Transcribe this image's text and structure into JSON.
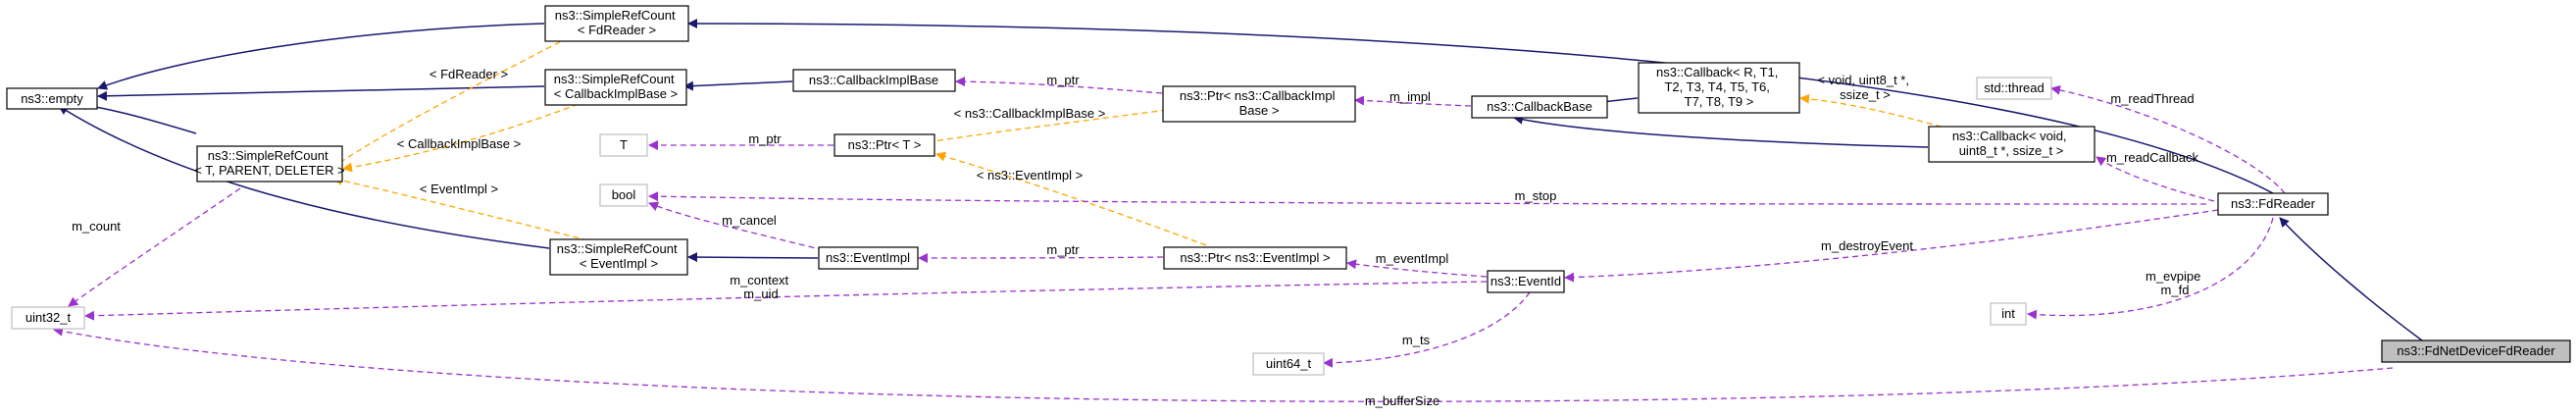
{
  "colors": {
    "inheritance": "#191970",
    "template": "#ffa500",
    "usage": "#9a32cd",
    "external_border": "#bfbfbf",
    "focus_fill": "#bfbfbf"
  },
  "nodes": {
    "empty": [
      "ns3::empty"
    ],
    "srcFdReader": [
      "ns3::SimpleRefCount",
      "< FdReader >"
    ],
    "srcCallbackImplBase": [
      "ns3::SimpleRefCount",
      "< CallbackImplBase >"
    ],
    "srcTemplate": [
      "ns3::SimpleRefCount",
      "< T, PARENT, DELETER >"
    ],
    "srcEventImpl": [
      "ns3::SimpleRefCount",
      "< EventImpl >"
    ],
    "callbackImplBase": [
      "ns3::CallbackImplBase"
    ],
    "ptrCallbackImplBase": [
      "ns3::Ptr< ns3::CallbackImpl",
      "Base >"
    ],
    "callbackBase": [
      "ns3::CallbackBase"
    ],
    "callbackTemplate": [
      "ns3::Callback< R, T1,",
      "T2, T3, T4, T5, T6,",
      "T7, T8, T9 >"
    ],
    "stdThread": [
      "std::thread"
    ],
    "callbackVoid": [
      "ns3::Callback< void,",
      "uint8_t *, ssize_t >"
    ],
    "T": [
      "T"
    ],
    "ptrT": [
      "ns3::Ptr< T >"
    ],
    "bool": [
      "bool"
    ],
    "fdReader": [
      "ns3::FdReader"
    ],
    "eventImpl": [
      "ns3::EventImpl"
    ],
    "ptrEventImpl": [
      "ns3::Ptr< ns3::EventImpl >"
    ],
    "eventId": [
      "ns3::EventId"
    ],
    "uint32": [
      "uint32_t"
    ],
    "int": [
      "int"
    ],
    "uint64": [
      "uint64_t"
    ],
    "fdNetDeviceFdReader": [
      "ns3::FdNetDeviceFdReader"
    ]
  },
  "edge_labels": {
    "fdReaderTpl": [
      "< FdReader >"
    ],
    "callbackImplBaseTpl": [
      "< CallbackImplBase >"
    ],
    "eventImplTpl": [
      "< EventImpl >"
    ],
    "mCount": [
      "m_count"
    ],
    "mPtrCallback": [
      "m_ptr"
    ],
    "mImpl": [
      "m_impl"
    ],
    "voidTpl": [
      "< void, uint8_t *,",
      "ssize_t >"
    ],
    "mReadThread": [
      "m_readThread"
    ],
    "callbackImplBasePtrTpl": [
      "< ns3::CallbackImplBase >"
    ],
    "mPtrT": [
      "m_ptr"
    ],
    "mReadCallback": [
      "m_readCallback"
    ],
    "eventImplPtrTpl": [
      "< ns3::EventImpl >"
    ],
    "mStop": [
      "m_stop"
    ],
    "mCancel": [
      "m_cancel"
    ],
    "mPtrEvent": [
      "m_ptr"
    ],
    "mDestroyEvent": [
      "m_destroyEvent"
    ],
    "mEventImpl": [
      "m_eventImpl"
    ],
    "mContextUid": [
      "m_context",
      "m_uid"
    ],
    "mEvpipeFd": [
      "m_evpipe",
      "m_fd"
    ],
    "mTs": [
      "m_ts"
    ],
    "mBufferSize": [
      "m_bufferSize"
    ]
  }
}
